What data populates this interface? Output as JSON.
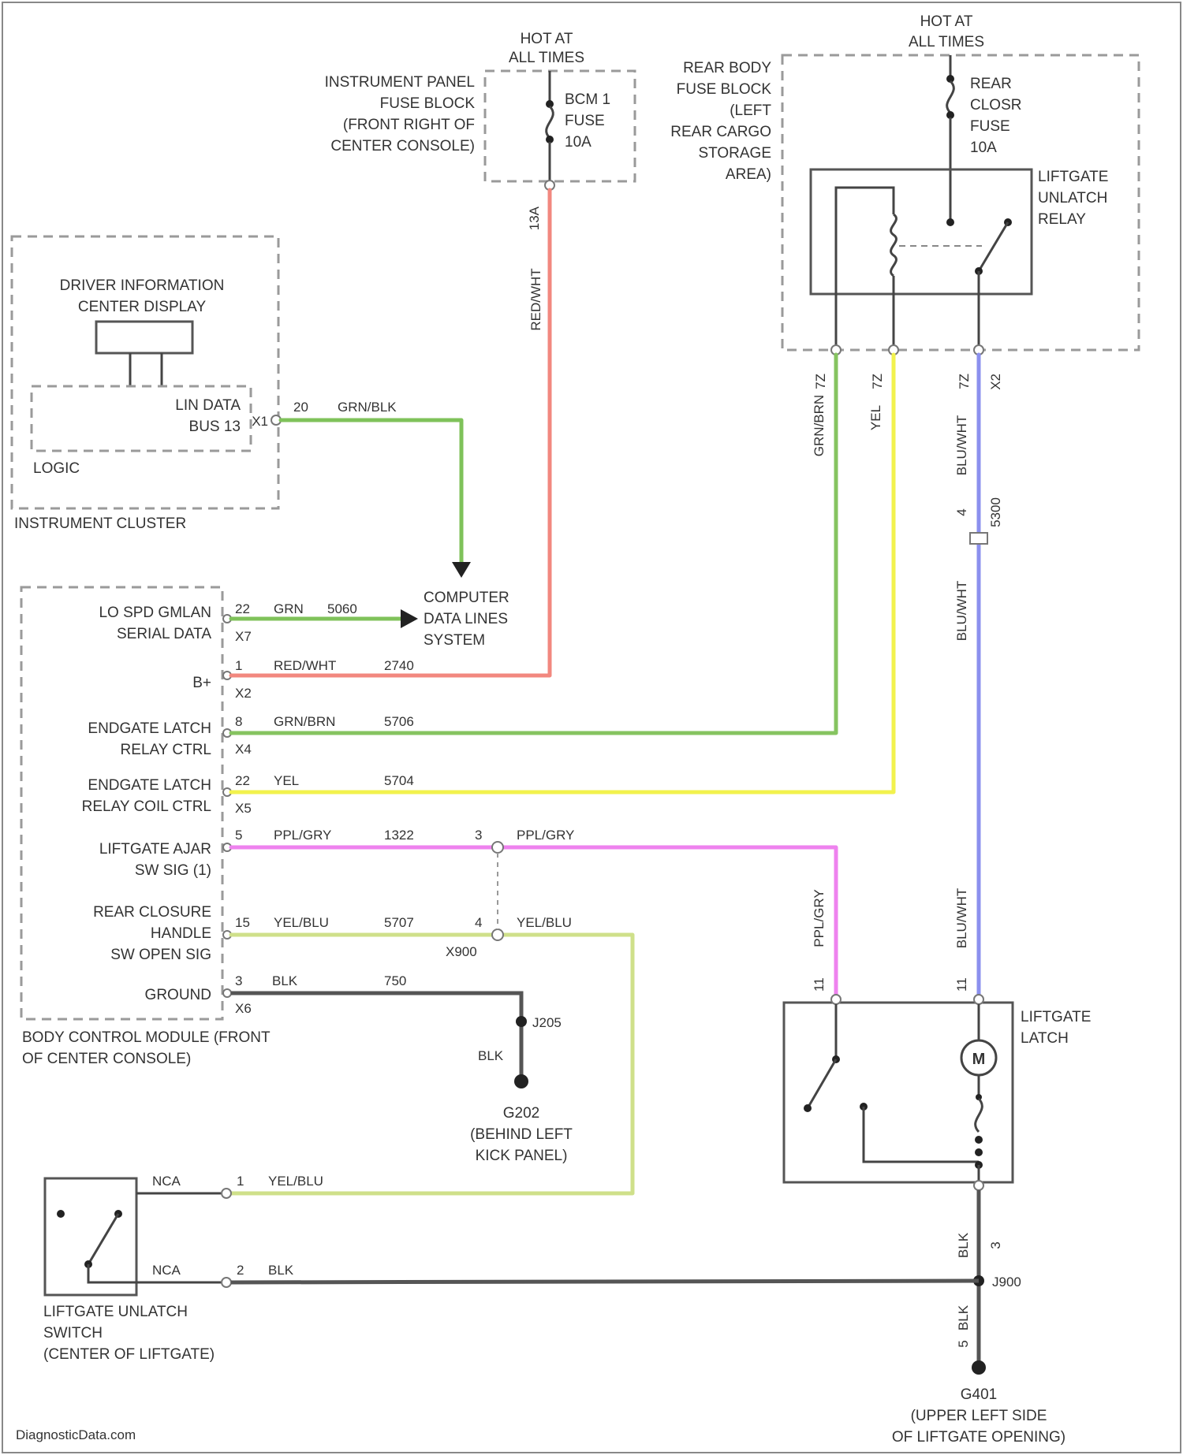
{
  "colors": {
    "red_wht": "#f2887f",
    "grn_blk": "#7fc25a",
    "grn": "#7fc25a",
    "grn_brn": "#86c460",
    "yel": "#f2f24d",
    "ppl_gry": "#ee82ee",
    "yel_blu": "#cfe08a",
    "blu_wht": "#8b90ee",
    "blk": "#666666"
  },
  "power": {
    "hot_ipfb": [
      "HOT AT",
      "ALL TIMES"
    ],
    "hot_rear": [
      "HOT AT",
      "ALL TIMES"
    ]
  },
  "ip_fuse_block": {
    "label": [
      "INSTRUMENT PANEL",
      "FUSE BLOCK",
      "(FRONT RIGHT OF",
      "CENTER CONSOLE)"
    ],
    "fuse": [
      "BCM 1",
      "FUSE",
      "10A"
    ],
    "pin": "13A",
    "wire_color": "RED/WHT"
  },
  "rear_fuse_block": {
    "label": [
      "REAR BODY",
      "FUSE BLOCK",
      "(LEFT",
      "REAR CARGO",
      "STORAGE",
      "AREA)"
    ],
    "fuse": [
      "REAR",
      "CLOSR",
      "FUSE",
      "10A"
    ],
    "relay": [
      "LIFTGATE",
      "UNLATCH",
      "RELAY"
    ],
    "pins": [
      "7Z",
      "7Z",
      "7Z",
      "X2"
    ]
  },
  "instrument_cluster": {
    "label": "INSTRUMENT CLUSTER",
    "display": [
      "DRIVER INFORMATION",
      "CENTER DISPLAY"
    ],
    "lin": [
      "LIN DATA",
      "BUS 13"
    ],
    "logic": "LOGIC",
    "pin": "20",
    "connector": "X1",
    "wire_color": "GRN/BLK"
  },
  "cdl": [
    "COMPUTER",
    "DATA LINES",
    "SYSTEM"
  ],
  "bcm": {
    "label": [
      "BODY CONTROL MODULE (FRONT",
      "OF CENTER CONSOLE)"
    ],
    "rows": [
      {
        "label": [
          "LO SPD GMLAN",
          "SERIAL DATA"
        ],
        "pin": "22",
        "conn": "X7",
        "color": "GRN",
        "circuit": "5060"
      },
      {
        "label": [
          "B+"
        ],
        "pin": "1",
        "conn": "X2",
        "color": "RED/WHT",
        "circuit": "2740"
      },
      {
        "label": [
          "ENDGATE LATCH",
          "RELAY CTRL"
        ],
        "pin": "8",
        "conn": "X4",
        "color": "GRN/BRN",
        "circuit": "5706"
      },
      {
        "label": [
          "ENDGATE LATCH",
          "RELAY COIL CTRL"
        ],
        "pin": "22",
        "conn": "X5",
        "color": "YEL",
        "circuit": "5704"
      },
      {
        "label": [
          "LIFTGATE AJAR",
          "SW SIG (1)"
        ],
        "pin": "5",
        "conn": "",
        "color": "PPL/GRY",
        "circuit": "1322"
      },
      {
        "label": [
          "REAR CLOSURE",
          "HANDLE",
          "SW OPEN SIG"
        ],
        "pin": "15",
        "conn": "",
        "color": "YEL/BLU",
        "circuit": "5707"
      },
      {
        "label": [
          "GROUND"
        ],
        "pin": "3",
        "conn": "X6",
        "color": "BLK",
        "circuit": "750"
      }
    ]
  },
  "inline_connector": {
    "name": "X900",
    "pin_ajar": "3",
    "pin_handle": "4",
    "ajar_color": "PPL/GRY",
    "handle_color": "YEL/BLU"
  },
  "ground_g202": {
    "splice": "J205",
    "wire": "BLK",
    "label": [
      "G202",
      "(BEHIND LEFT",
      "KICK PANEL)"
    ]
  },
  "right_wires": {
    "grn_brn": "GRN/BRN",
    "yel": "YEL",
    "blu_wht_upper": "BLU/WHT",
    "circuit": "5300",
    "pin": "4",
    "blu_wht_lower": "BLU/WHT",
    "ppl_gry": "PPL/GRY"
  },
  "liftgate_latch": {
    "label": [
      "LIFTGATE",
      "LATCH"
    ],
    "motor": "M",
    "pin_left": "11",
    "pin_right": "11",
    "gnd_color": "BLK",
    "gnd_pin": "3"
  },
  "unlatch_switch": {
    "label": [
      "LIFTGATE UNLATCH",
      "SWITCH",
      "(CENTER OF LIFTGATE)"
    ],
    "nca1": "NCA",
    "nca2": "NCA",
    "pin1": "1",
    "pin2": "2",
    "color1": "YEL/BLU",
    "color2": "BLK"
  },
  "ground_g401": {
    "splice": "J900",
    "wire": "BLK",
    "pin": "5",
    "label": [
      "G401",
      "(UPPER LEFT SIDE",
      "OF LIFTGATE OPENING)"
    ]
  },
  "watermark": "DiagnosticData.com"
}
